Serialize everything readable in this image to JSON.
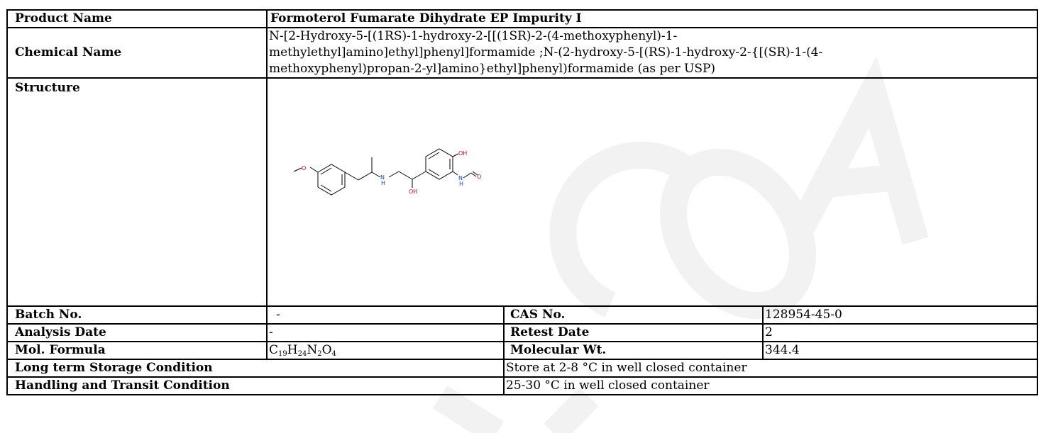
{
  "product_name_label": "Product Name",
  "product_name": "Formoterol Fumarate Dihydrate EP Impurity I",
  "chemical_name_label": "Chemical Name",
  "chemical_name_line1": "N-[2-Hydroxy-5-[(1RS)-1-hydroxy-2-[[(1SR)-2-(4-methoxyphenyl)-1-",
  "chemical_name_line2": "methylethyl]amino]ethyl]phenyl]formamide ;N-(2-hydroxy-5-[(RS)-1-hydroxy-2-{[(SR)-1-(4-",
  "chemical_name_line3": "methoxyphenyl)propan-2-yl]amino}ethyl]phenyl)formamide (as per USP)",
  "structure_label": "Structure",
  "structure_atoms": {
    "methoxy_o": "O",
    "amine_n": "N",
    "amine_h": "H",
    "hydroxyl": "OH",
    "phenol": "OH",
    "amide_n": "N",
    "amide_h": "H",
    "carbonyl_o": "O"
  },
  "batch_no_label": "Batch No.",
  "batch_no": "-",
  "cas_no_label": "CAS No.",
  "cas_no": "128954-45-0",
  "analysis_date_label": "Analysis Date",
  "analysis_date": "-",
  "retest_date_label": "Retest Date",
  "retest_date": "2",
  "mol_formula_label": "Mol. Formula",
  "formula": {
    "c": "C",
    "c_n": "19",
    "h": "H",
    "h_n": "24",
    "n": "N",
    "n_n": "2",
    "o": "O",
    "o_n": "4"
  },
  "molecular_wt_label": "Molecular Wt.",
  "molecular_wt": "344.4",
  "long_term_storage_label": "Long term Storage Condition",
  "long_term_storage": "Store at 2-8 °C in well closed container",
  "handling_transit_label": "Handling and Transit Condition",
  "handling_transit": "25-30 °C in well closed container",
  "watermark_color": "#f2f2f2",
  "heteroatom_colors": {
    "oxygen": "#e0001a",
    "nitrogen": "#1f3fd0"
  }
}
